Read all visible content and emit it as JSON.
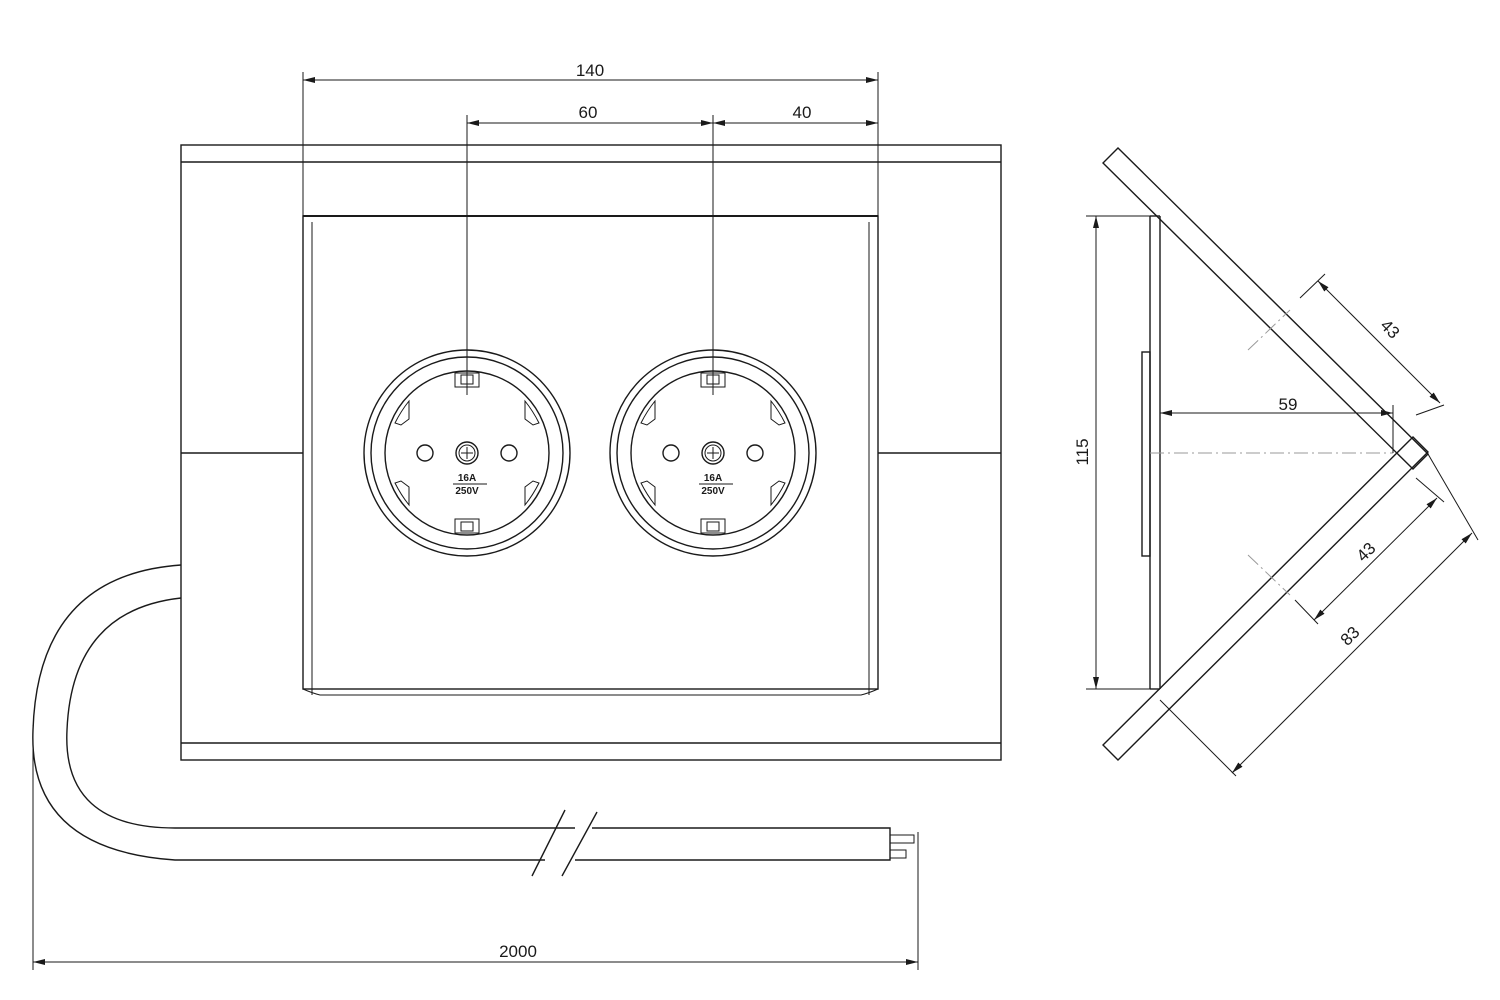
{
  "dimensions": {
    "width_total": "140",
    "socket_spacing": "60",
    "socket_edge_offset": "40",
    "height": "115",
    "depth": "59",
    "diag_upper": "43",
    "diag_lower": "43",
    "diag_full": "83",
    "cable_length": "2000"
  },
  "sockets": [
    {
      "current": "16A",
      "voltage": "250V"
    },
    {
      "current": "16A",
      "voltage": "250V"
    }
  ]
}
